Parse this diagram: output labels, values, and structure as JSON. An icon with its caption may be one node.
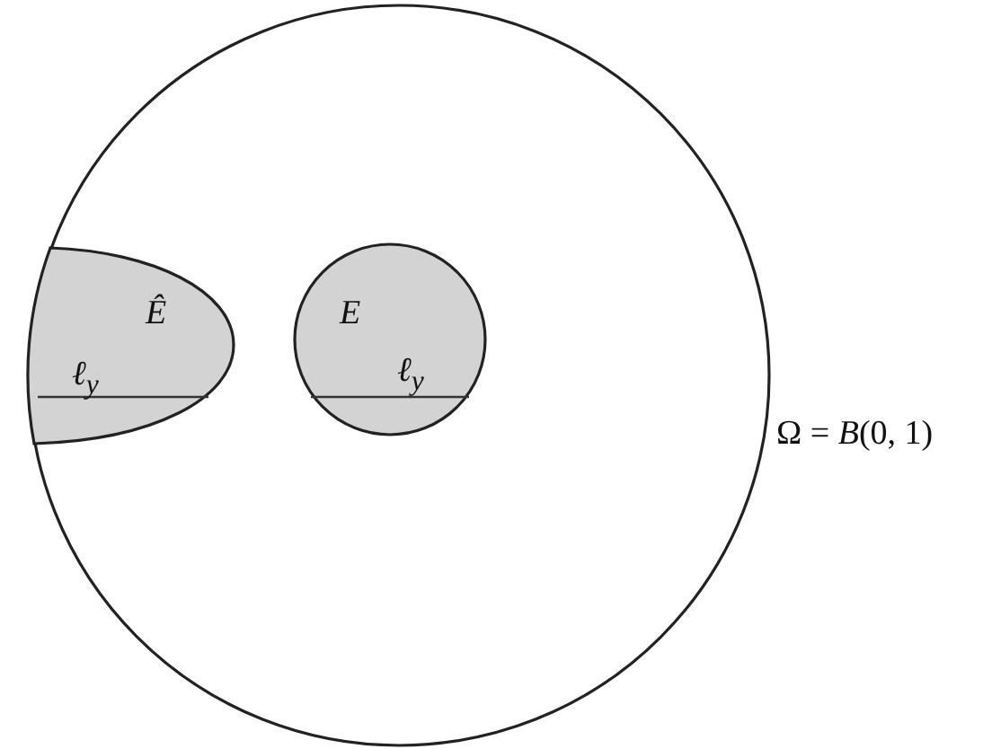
{
  "diagram": {
    "nodes": [
      {
        "text": [
          "Ω = *B*(0, 1)"
        ]
      },
      {
        "text": [
          "Ê"
        ],
        "in": 0
      },
      {
        "text": [
          "E"
        ],
        "in": 0
      }
    ],
    "edges": [],
    "labels": [
      "ℓ$_{y}$",
      "ℓ$_{y}$"
    ]
  }
}
